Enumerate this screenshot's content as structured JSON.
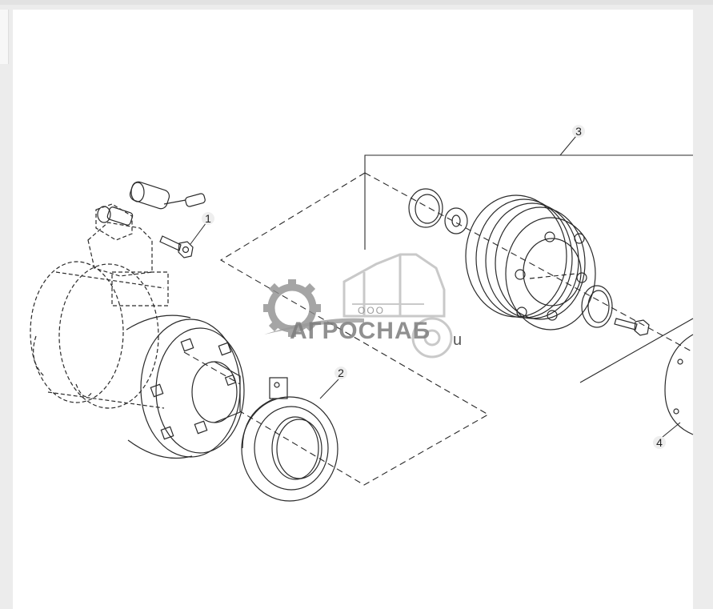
{
  "callouts": {
    "c1": "1",
    "c2": "2",
    "c3": "3",
    "c4": "4"
  },
  "watermark": {
    "small": "ООО",
    "brand": "АГРОСНАБ",
    "tail": "u"
  },
  "colors": {
    "line": "#2a2a2a",
    "watermark": "#8a8a8a",
    "background": "#ffffff"
  }
}
